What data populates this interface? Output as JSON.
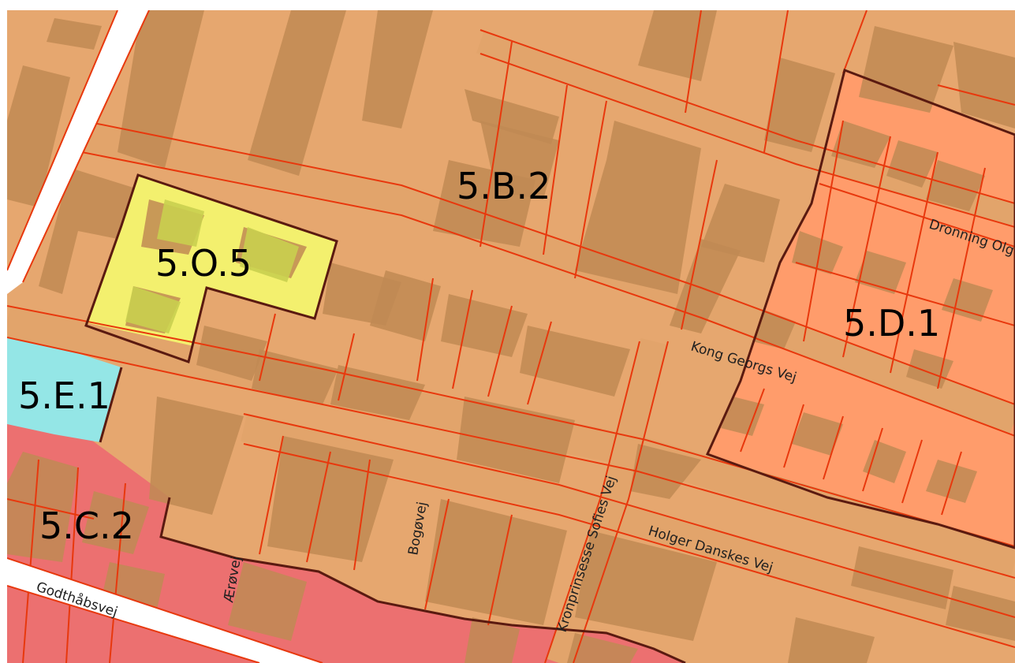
{
  "map": {
    "colors": {
      "base": "#e6a76f",
      "building": "#c08a54",
      "parcel_line": "#e8380d",
      "road": "#e2a46b",
      "zone_o": "#f3f06e",
      "zone_e": "#94e6e6",
      "zone_d": "#ff9c6b",
      "zone_c": "#ec7070",
      "zone_border": "#5a1a10"
    },
    "zones": {
      "z_5O5": "5.O.5",
      "z_5B2": "5.B.2",
      "z_5E1": "5.E.1",
      "z_5D1": "5.D.1",
      "z_5C2": "5.C.2"
    },
    "streets": {
      "dronning": "Dronning Olg",
      "kong_georgs": "Kong Georgs Vej",
      "holger": "Holger Danskes Vej",
      "kronprinsesse": "Kronprinsesse Sofies Vej",
      "bogoevej": "Bogøvej",
      "aeroevej": "Ærøvej",
      "godthaabsvej": "Godthåbsvej"
    }
  }
}
